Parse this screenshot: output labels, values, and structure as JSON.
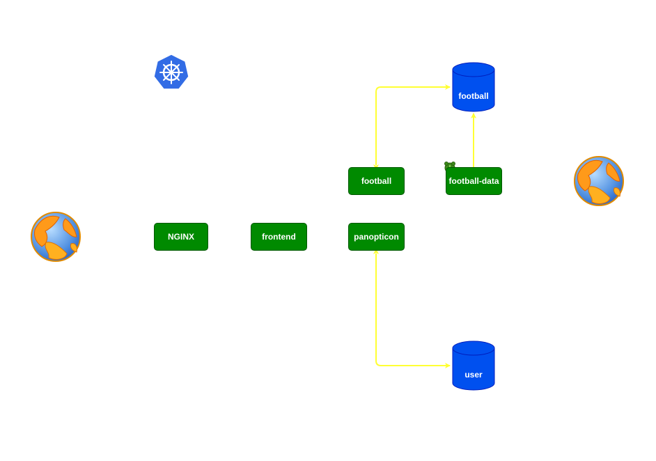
{
  "colors": {
    "service": "#008a00",
    "service_border": "#005700",
    "database": "#0050ef",
    "database_border": "#001dbc",
    "connector": "#ffff33",
    "kubernetes": "#326ce5"
  },
  "services": {
    "nginx": "NGINX",
    "frontend": "frontend",
    "panopticon": "panopticon",
    "football": "football",
    "football_data": "football-data"
  },
  "databases": {
    "football": "football",
    "user": "user"
  },
  "icons": {
    "kubernetes": "kubernetes-icon",
    "internet_left": "globe-icon",
    "internet_right": "globe-icon",
    "cron": "cron-icon"
  }
}
